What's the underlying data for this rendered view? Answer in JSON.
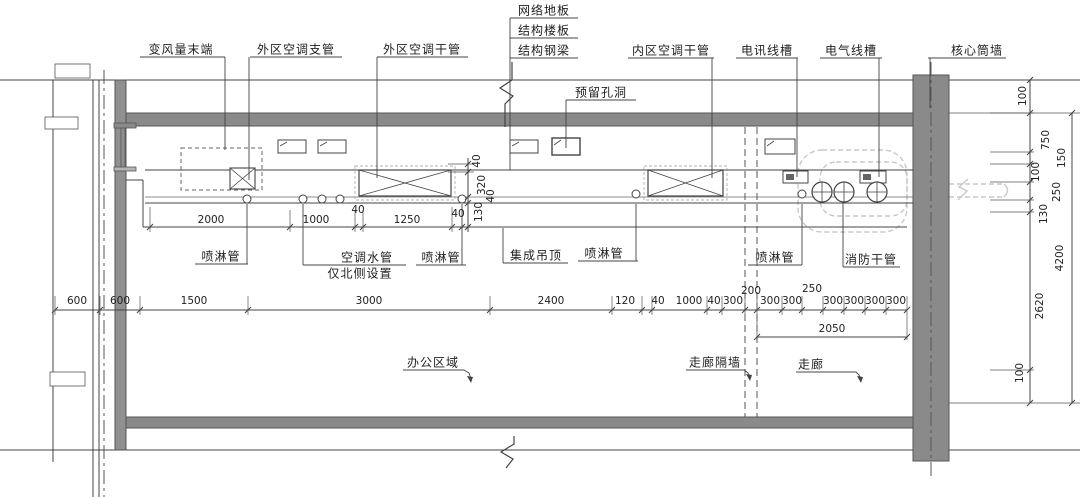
{
  "meta": {
    "drawing_type": "ceiling-corridor-section-detail"
  },
  "labels": {
    "vav": "变风量末端",
    "outer_branch": "外区空调支管",
    "outer_main": "外区空调干管",
    "network_floor": "网络地板",
    "structural_slab": "结构楼板",
    "structural_beam": "结构钢梁",
    "reserved_hole": "预留孔洞",
    "inner_main": "内区空调干管",
    "telecom_tray": "电讯线槽",
    "electric_tray": "电气线槽",
    "core_wall": "核心筒墙",
    "sprinkler_1": "喷淋管",
    "ac_water": "空调水管",
    "north_note": "仅北侧设置",
    "sprinkler_2": "喷淋管",
    "integrated_ceiling": "集成吊顶",
    "sprinkler_3": "喷淋管",
    "sprinkler_4": "喷淋管",
    "fire_main": "消防干管",
    "office_area": "办公区域",
    "corridor_partition": "走廊隔墙",
    "corridor": "走廊"
  },
  "dims": {
    "row1": [
      "2000",
      "1000",
      "40",
      "1250",
      "40"
    ],
    "vchain": [
      "40",
      "320",
      "40",
      "130"
    ],
    "bottom": [
      "600",
      "600",
      "1500",
      "3000",
      "2400",
      "120",
      "40",
      "1000",
      "40",
      "300",
      "200",
      "300",
      "300",
      "250",
      "300",
      "300",
      "300",
      "300"
    ],
    "bottom2": "2050",
    "right": [
      "100",
      "750",
      "150",
      "100",
      "250",
      "130",
      "4200",
      "2620",
      "100"
    ]
  },
  "colors": {
    "line": "#444444",
    "concrete": "#8a8a8a",
    "ghost": "#c8c8c8"
  }
}
